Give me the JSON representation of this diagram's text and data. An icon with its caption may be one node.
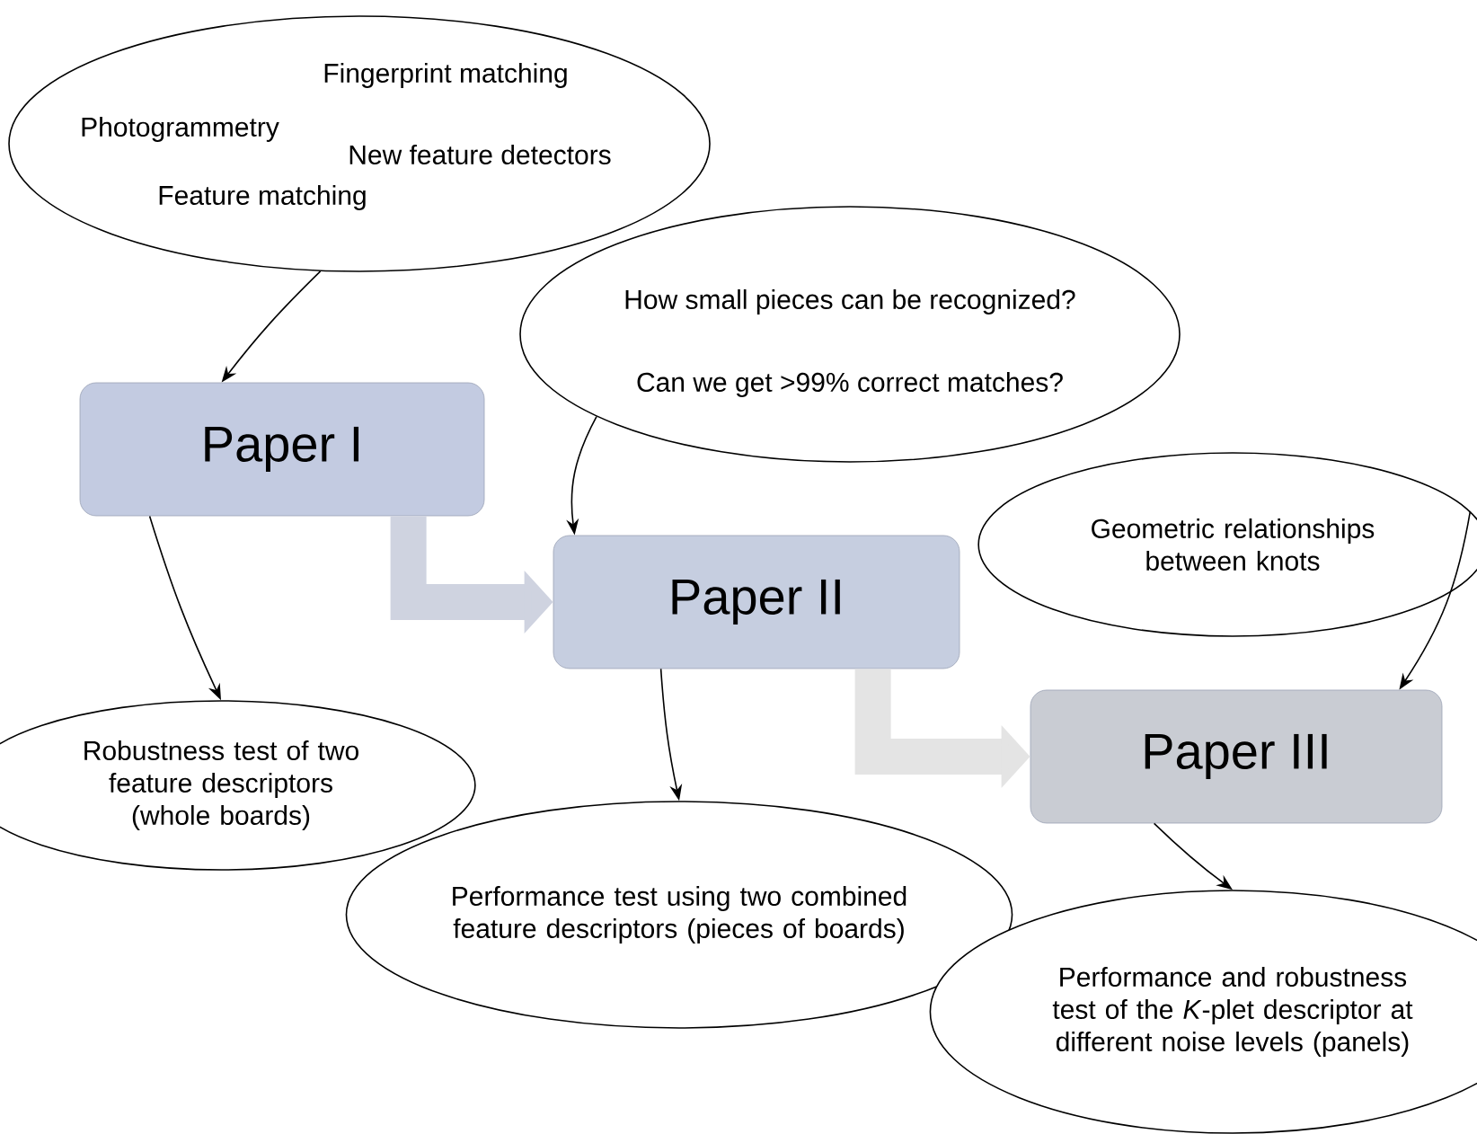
{
  "diagram": {
    "nodes": [
      {
        "text": [
          "Fingerprint matching",
          "Photogrammetry",
          "New feature detectors",
          "Feature matching"
        ]
      },
      {
        "text": [
          "Paper I"
        ]
      },
      {
        "text": [
          "How small pieces can be recognized?",
          "Can we get >99% correct matches?"
        ]
      },
      {
        "text": [
          "Paper II"
        ]
      },
      {
        "text": [
          "Robustness test of two feature descriptors (whole boards)"
        ]
      },
      {
        "text": [
          "Geometric relationships between knots"
        ]
      },
      {
        "text": [
          "Paper III"
        ]
      },
      {
        "text": [
          "Performance test using two combined feature descriptors (pieces of boards)"
        ]
      },
      {
        "text": [
          "Performance and robustness test of the *K*-plet descriptor at different noise levels (panels)"
        ]
      }
    ],
    "edges": [
      {
        "from": 0,
        "to": 1,
        "arrow": "to"
      },
      {
        "from": 1,
        "to": 4,
        "arrow": "to"
      },
      {
        "from": 1,
        "to": 3,
        "arrow": "to",
        "style": "thick",
        "color": "#cfd3e0"
      },
      {
        "from": 2,
        "to": 3,
        "arrow": "to"
      },
      {
        "from": 3,
        "to": 7,
        "arrow": "to"
      },
      {
        "from": 3,
        "to": 6,
        "arrow": "to",
        "style": "thick",
        "color": "#e4e4e4"
      },
      {
        "from": 5,
        "to": 6,
        "arrow": "to"
      },
      {
        "from": 6,
        "to": 8,
        "arrow": "to"
      }
    ]
  }
}
